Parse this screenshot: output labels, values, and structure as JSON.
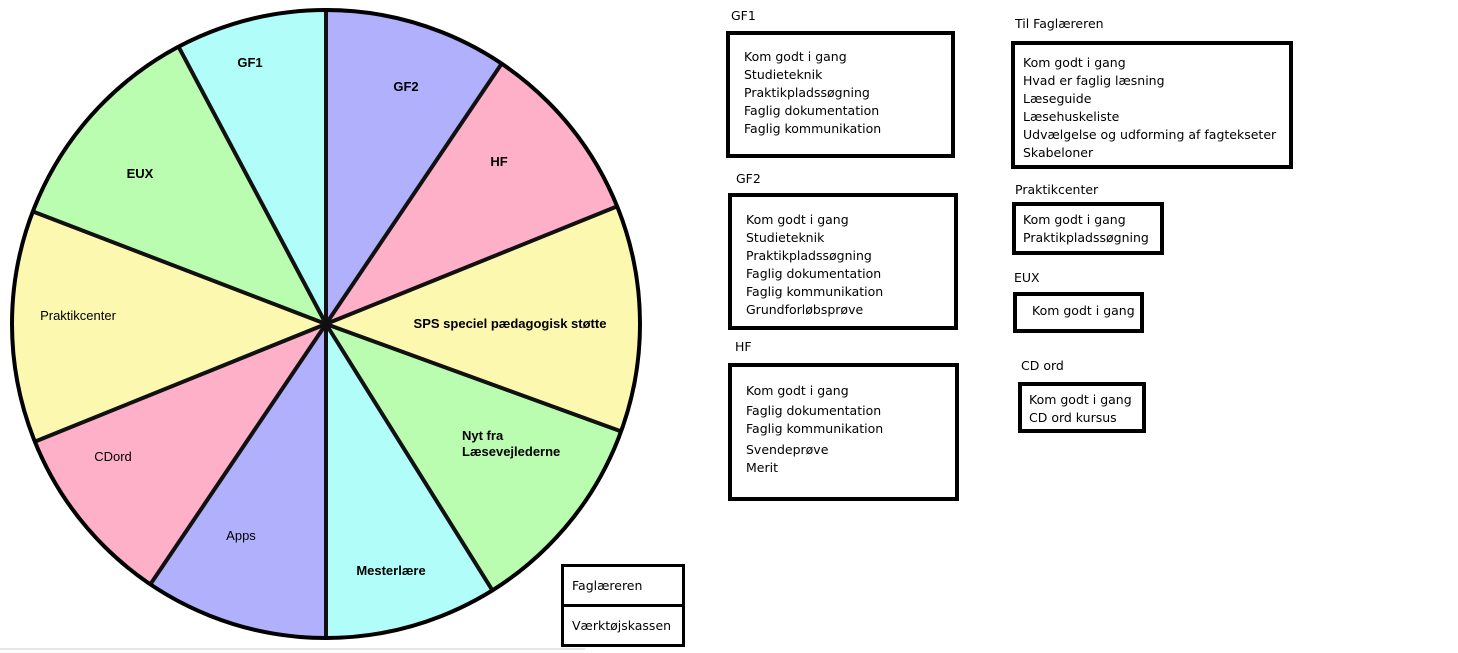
{
  "wheel": {
    "segments": [
      {
        "id": "gf1",
        "label": "GF1",
        "color": "#b0b0fc",
        "bold": true
      },
      {
        "id": "gf2",
        "label": "GF2",
        "color": "#fdb0c8",
        "bold": true
      },
      {
        "id": "hf",
        "label": "HF",
        "color": "#fdf8b0",
        "bold": true
      },
      {
        "id": "sps",
        "label": "SPS speciel pædagogisk støtte",
        "color": "#bafcb0",
        "bold": true
      },
      {
        "id": "nyt",
        "label": "Nyt fra|Læsevejlederne",
        "color": "#b0fdfa",
        "bold": true
      },
      {
        "id": "mesterlaere",
        "label": "Mesterlære",
        "color": "#b0b0fc",
        "bold": true
      },
      {
        "id": "apps",
        "label": "Apps",
        "color": "#fdb0c8",
        "bold": false
      },
      {
        "id": "cdord",
        "label": "CDord",
        "color": "#fdf8b0",
        "bold": false
      },
      {
        "id": "praktikcenter",
        "label": "Praktikcenter",
        "color": "#bafcb0",
        "bold": false
      },
      {
        "id": "eux",
        "label": "EUX",
        "color": "#b0fdfa",
        "bold": true
      }
    ]
  },
  "panels": {
    "gf1": {
      "heading": "GF1",
      "items": [
        "Kom godt i gang",
        "Studieteknik",
        "Praktikpladssøgning",
        "Faglig dokumentation",
        "Faglig kommunikation"
      ]
    },
    "gf2": {
      "heading": "GF2",
      "items": [
        "Kom godt i gang",
        "Studieteknik",
        "Praktikpladssøgning",
        "Faglig dokumentation",
        "Faglig kommunikation",
        "Grundforløbsprøve"
      ]
    },
    "hf": {
      "heading": "HF",
      "items": [
        "Kom godt i gang",
        "Faglig dokumentation",
        "Faglig kommunikation",
        "Svendeprøve",
        "Merit"
      ]
    },
    "faglaereren": {
      "heading": "Til Faglæreren",
      "items": [
        "Kom godt i gang",
        "Hvad er faglig læsning",
        "Læseguide",
        "Læsehuskeliste",
        "Udvælgelse og udforming af fagtekseter",
        "Skabeloner"
      ]
    },
    "praktikcenter": {
      "heading": "Praktikcenter",
      "items": [
        "Kom godt i gang",
        "Praktikpladssøgning"
      ]
    },
    "eux": {
      "heading": "EUX",
      "items": [
        "Kom godt i gang"
      ]
    },
    "cdord": {
      "heading": "CD ord",
      "items": [
        "Kom godt i gang",
        "CD ord kursus"
      ]
    }
  },
  "bottom_stack": {
    "items": [
      "Faglæreren",
      "Værktøjskassen"
    ]
  }
}
